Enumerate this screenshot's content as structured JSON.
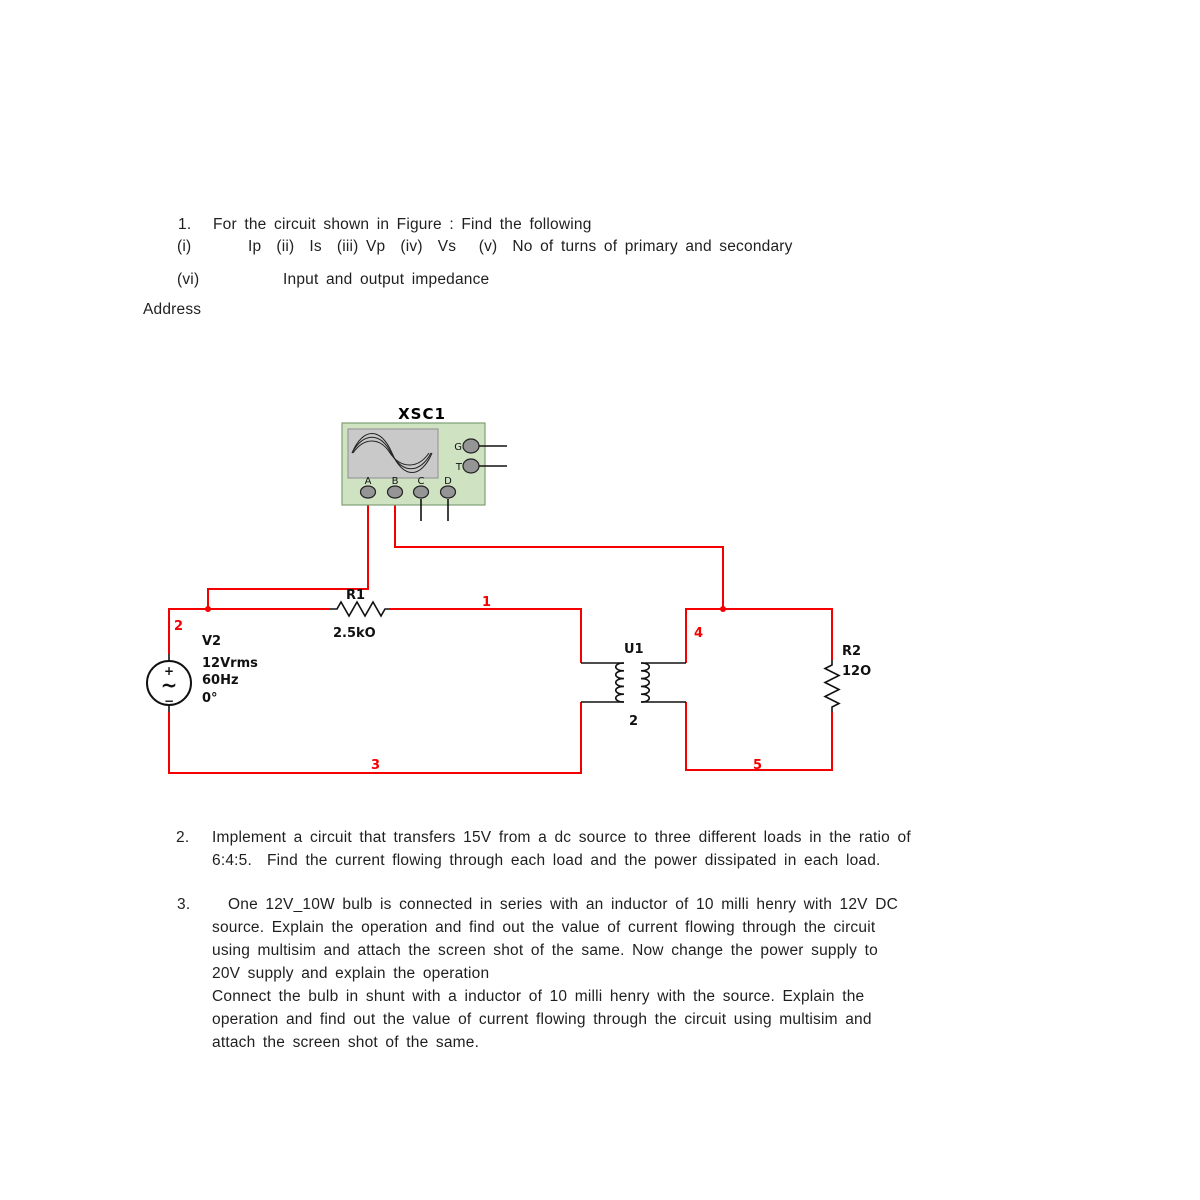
{
  "document": {
    "item1": {
      "number": "1.",
      "title": "For the circuit shown in Figure : Find the following",
      "line_i_prefix": "(i)",
      "line_i": "Ip  (ii)  Is  (iii) Vp  (iv)  Vs   (v)  No of turns of primary and secondary",
      "line_vi_prefix": "(vi)",
      "line_vi": "Input and output impedance"
    },
    "address": "Address",
    "item2": {
      "number": "2.",
      "lines": [
        "Implement a circuit that transfers 15V from a dc source to three different loads in the ratio of",
        "6:4:5.  Find the current flowing through each load and the power dissipated in each load."
      ]
    },
    "item3": {
      "number": "3.",
      "lines": [
        "One 12V_10W bulb is connected in series with an inductor of 10 milli henry with 12V DC",
        "source. Explain the operation and find out the value of current flowing through the circuit",
        "using multisim and attach the screen shot of the same. Now change the power supply to",
        "20V supply and explain the operation",
        "Connect the bulb in shunt with a inductor of 10 milli henry with the source. Explain the",
        "operation and find out the value of current flowing through the circuit using multisim and",
        "attach the screen shot of the same."
      ]
    }
  },
  "circuit": {
    "oscilloscope": {
      "label": "XSC1",
      "terminal_g": "G",
      "terminal_t": "T",
      "terminal_a": "A",
      "terminal_b": "B",
      "terminal_c": "C",
      "terminal_d": "D"
    },
    "r1": {
      "name": "R1",
      "value": "2.5kO"
    },
    "v2": {
      "name": "V2",
      "line1": "12Vrms",
      "line2": "60Hz",
      "line3": "0°",
      "plus": "+",
      "tilde": "~",
      "minus": "−"
    },
    "u1": {
      "name": "U1",
      "sub": "2"
    },
    "r2": {
      "name": "R2",
      "value": "12O"
    },
    "nodes": {
      "n1": "1",
      "n2": "2",
      "n3": "3",
      "n4": "4",
      "n5": "5"
    },
    "colors": {
      "wire": "#f40000",
      "component": "#111111",
      "panel_green": "#cfe2c2",
      "screen_gray": "#c9c9c9"
    }
  }
}
